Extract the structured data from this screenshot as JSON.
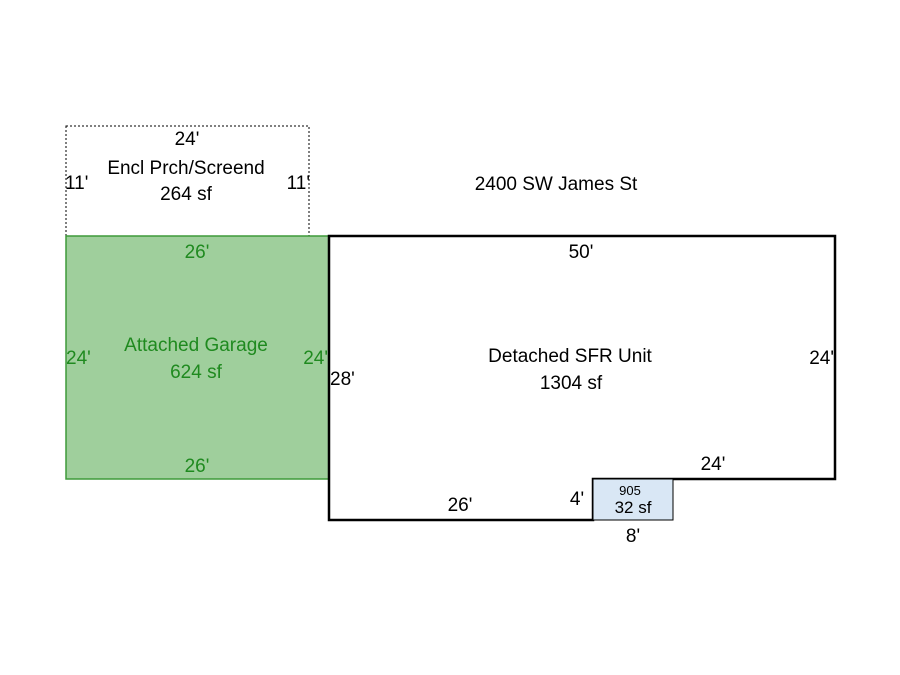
{
  "address": "2400 SW James St",
  "colors": {
    "garage_fill": "#9fcf9c",
    "garage_stroke": "#3e9a3a",
    "garage_text": "#1f8a1f",
    "text": "#000000",
    "bump_fill": "#d9e7f5"
  },
  "porch": {
    "name": "Encl Prch/Screend",
    "area": "264 sf",
    "top_dim": "24'",
    "left_dim": "11'",
    "right_dim": "11'"
  },
  "garage": {
    "name": "Attached Garage",
    "area": "624 sf",
    "top_dim": "26'",
    "bottom_dim": "26'",
    "left_dim": "24'",
    "right_dim": "24'"
  },
  "house": {
    "name": "Detached SFR Unit",
    "area": "1304 sf",
    "top_dim": "50'",
    "left_dim": "28'",
    "right_dim": "24'",
    "bottom_left_dim": "26'",
    "step_dim": "4'",
    "bottom_right_dim": "24'"
  },
  "bump": {
    "code": "905",
    "area": "32 sf",
    "bottom_dim": "8'"
  }
}
